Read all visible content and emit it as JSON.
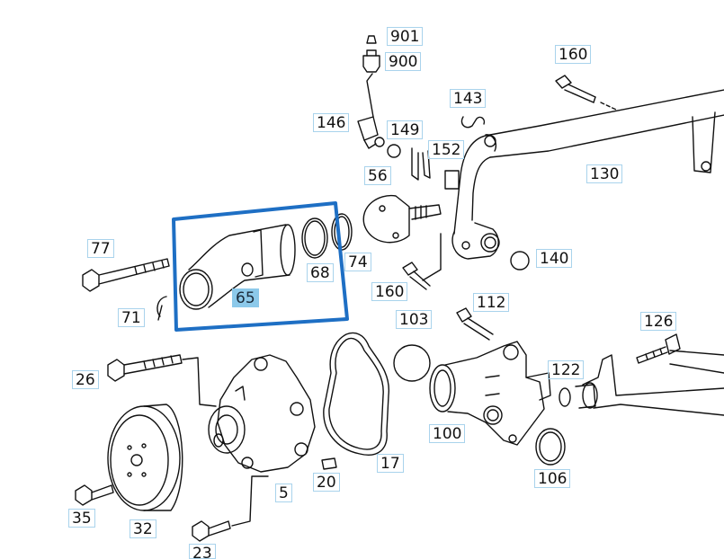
{
  "diagram": {
    "highlight_color": "#1e6fc4",
    "label_box_color": "#a9d3ec",
    "active_label_color": "#8cc9ea",
    "selected_part": "65",
    "callouts": {
      "c901": "901",
      "c900": "900",
      "c160a": "160",
      "c143": "143",
      "c146": "146",
      "c149": "149",
      "c152": "152",
      "c56": "56",
      "c130": "130",
      "c77": "77",
      "c68": "68",
      "c74": "74",
      "c65": "65",
      "c71": "71",
      "c160b": "160",
      "c140": "140",
      "c103": "103",
      "c112": "112",
      "c126": "126",
      "c26": "26",
      "c122": "122",
      "c100": "100",
      "c17": "17",
      "c106": "106",
      "c5": "5",
      "c20": "20",
      "c35": "35",
      "c32": "32",
      "c23": "23"
    }
  }
}
